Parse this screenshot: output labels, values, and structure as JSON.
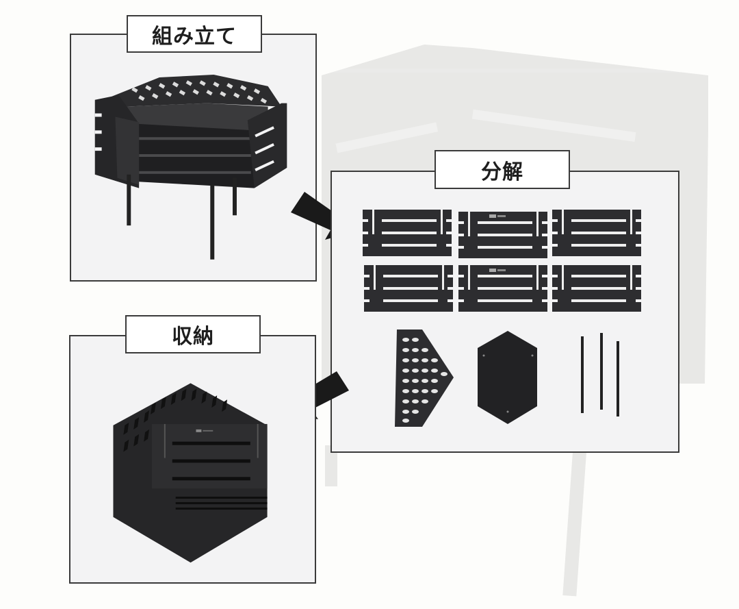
{
  "sections": {
    "assembled": {
      "label": "組み立て"
    },
    "disassembled": {
      "label": "分解"
    },
    "storage": {
      "label": "収納"
    }
  },
  "parts": {
    "side_panels_count": 6,
    "grill_plate_count": 1,
    "hex_base_count": 1,
    "legs_count": 3
  },
  "colors": {
    "panel_bg": "#f3f3f4",
    "border": "#3a3a3a",
    "metal": "#2a2a2c",
    "arrow": "#1a1a1a",
    "page_bg": "#fdfdfb"
  }
}
